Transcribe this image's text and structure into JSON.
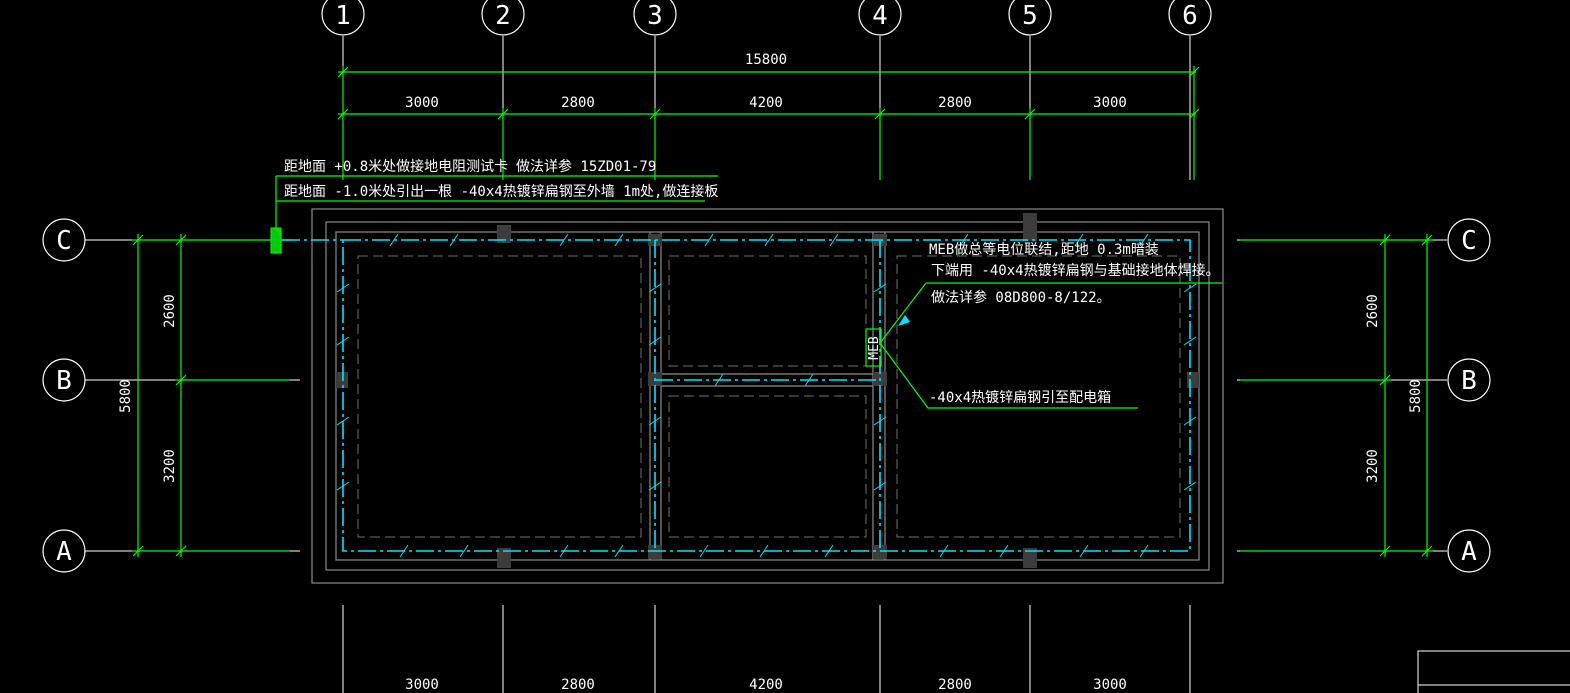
{
  "grid_axes": {
    "columns": [
      "1",
      "2",
      "3",
      "4",
      "5",
      "6"
    ],
    "rows": [
      "C",
      "B",
      "A"
    ]
  },
  "dimensions": {
    "overall_width": "15800",
    "bays_top": [
      "3000",
      "2800",
      "4200",
      "2800",
      "3000"
    ],
    "bays_bottom": [
      "3000",
      "2800",
      "4200",
      "2800",
      "3000"
    ],
    "left_total": "5800",
    "left_parts": [
      "2600",
      "3200"
    ],
    "right_total": "5800",
    "right_parts": [
      "2600",
      "3200"
    ]
  },
  "annotations": {
    "test_card_line1": "距地面 +0.8米处做接地电阻测试卡",
    "test_card_ref": "做法详参 15ZD01-79",
    "test_card_line2": "距地面 -1.0米处引出一根  -40x4热镀锌扁钢至外墙  1m处,做连接板",
    "meb_line1": "MEB做总等电位联结,距地    0.3m暗装",
    "meb_line2": "下端用 -40x4热镀锌扁钢与基础接地体焊接。",
    "meb_line3": "做法详参 08D800-8/122。",
    "feeder_note": "-40x4热镀锌扁钢引至配电箱",
    "meb_tag": "MEB"
  },
  "colors": {
    "background": "#000000",
    "dimension_line": "#00ff00",
    "grounding_line": "#00e5ff",
    "wall_outline": "#8c8c8c",
    "text": "#ffffff"
  }
}
